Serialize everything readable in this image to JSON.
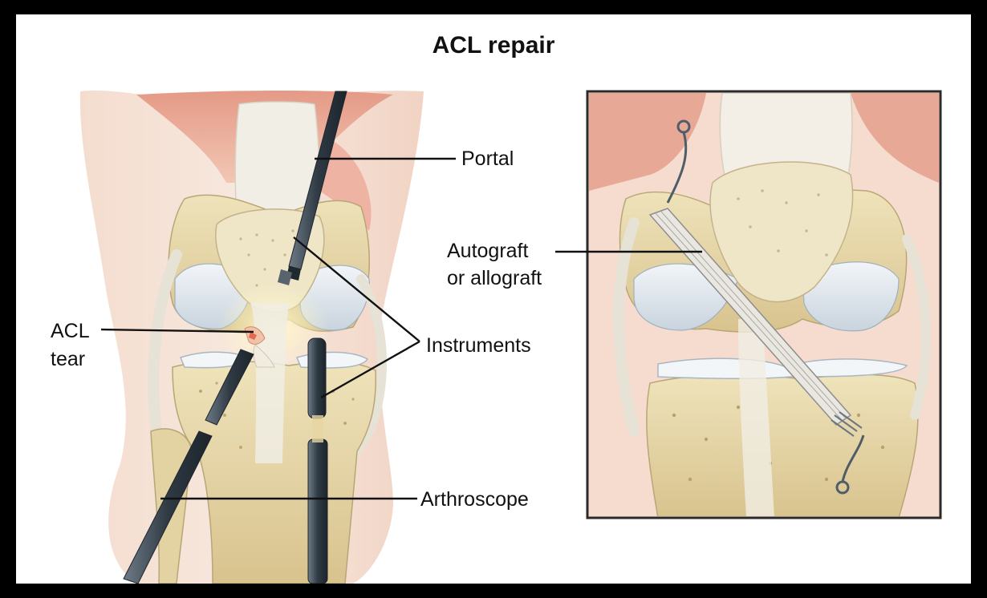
{
  "title": "ACL repair",
  "labels": {
    "portal": "Portal",
    "autograft": "Autograft",
    "or_allograft": "or allograft",
    "acl": "ACL",
    "tear": "tear",
    "instruments": "Instruments",
    "arthroscope": "Arthroscope"
  },
  "colors": {
    "background": "#000000",
    "canvas": "#ffffff",
    "bone": "#e6d6a4",
    "cartilage": "#dfe6ee",
    "muscle": "#e9a592",
    "ligament": "#efece3",
    "instrument": "#3d4a55",
    "tear": "#e46a4d"
  }
}
